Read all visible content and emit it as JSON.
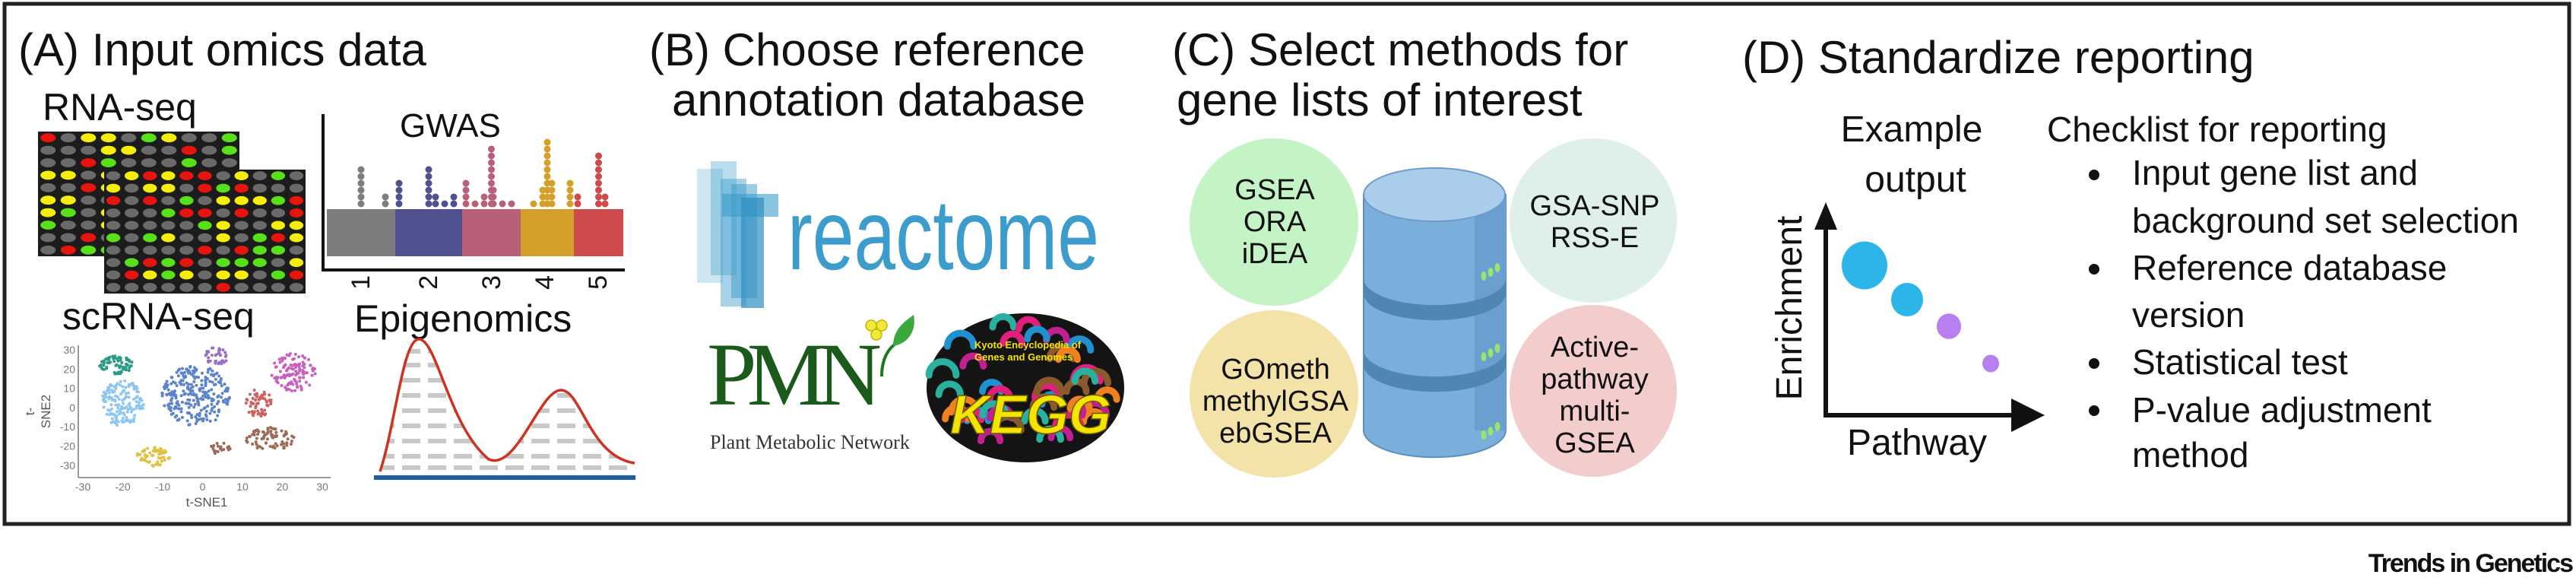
{
  "panel_a": {
    "title": "(A) Input omics data",
    "rnaseq_label": "RNA-seq",
    "gwas_label": "GWAS",
    "gwas_ticks": [
      "1",
      "2",
      "3",
      "4",
      "5"
    ],
    "scrnaseq_label": "scRNA-seq",
    "epigenomics_label": "Epigenomics",
    "tsne": {
      "xlabel": "t-SNE1",
      "ylabel_line1": "t-",
      "ylabel_line2": "SNE2",
      "xticks": [
        "-30",
        "-20",
        "-10",
        "0",
        "10",
        "20",
        "30"
      ],
      "yticks": [
        "30",
        "20",
        "10",
        "0",
        "-10",
        "-20",
        "-30"
      ]
    },
    "colors": {
      "red": "#e8140e",
      "yellow": "#f5ee0a",
      "green": "#58e01a",
      "gray": "#6a6a6a",
      "curve": "#cc3322",
      "baseline": "#1f5fa0"
    }
  },
  "panel_b": {
    "title_line1": "(B) Choose reference",
    "title_line2": "annotation  database",
    "reactome_logo": "reactome",
    "pmn_logo": "PMN",
    "pmn_subtitle": "Plant Metabolic Network",
    "kegg_logo": "KEGG",
    "kegg_subtitle_line1": "Kyoto Encyclopedia of",
    "kegg_subtitle_line2": "Genes and Genomes"
  },
  "panel_c": {
    "title_line1": "(C) Select methods for",
    "title_line2": "gene lists of interest",
    "circles": [
      {
        "lines": [
          "GSEA",
          "ORA",
          "iDEA"
        ],
        "color": "#c4f4c6"
      },
      {
        "lines": [
          "GSA-SNP",
          "RSS-E"
        ],
        "color": "#dff0ec"
      },
      {
        "lines": [
          "GOmeth",
          "methylGSA",
          "ebGSEA"
        ],
        "color": "#f3e3a8"
      },
      {
        "lines": [
          "Active-",
          "pathway",
          "multi-",
          "GSEA"
        ],
        "color": "#f2cdcc"
      }
    ]
  },
  "panel_d": {
    "title": "(D) Standardize reporting",
    "example_line1": "Example",
    "example_line2": "output",
    "y_axis": "Enrichment",
    "x_axis": "Pathway",
    "checklist_title": "Checklist for reporting",
    "checklist": [
      [
        "Input gene list and",
        "background set selection"
      ],
      [
        "Reference database",
        "version"
      ],
      [
        "Statistical test"
      ],
      [
        "P-value adjustment",
        "method"
      ]
    ],
    "dot_colors": [
      "#2bb5e8",
      "#2bb5e8",
      "#b77ff0",
      "#b77ff0"
    ]
  },
  "footer": {
    "journal": "Trends in Genetics"
  }
}
